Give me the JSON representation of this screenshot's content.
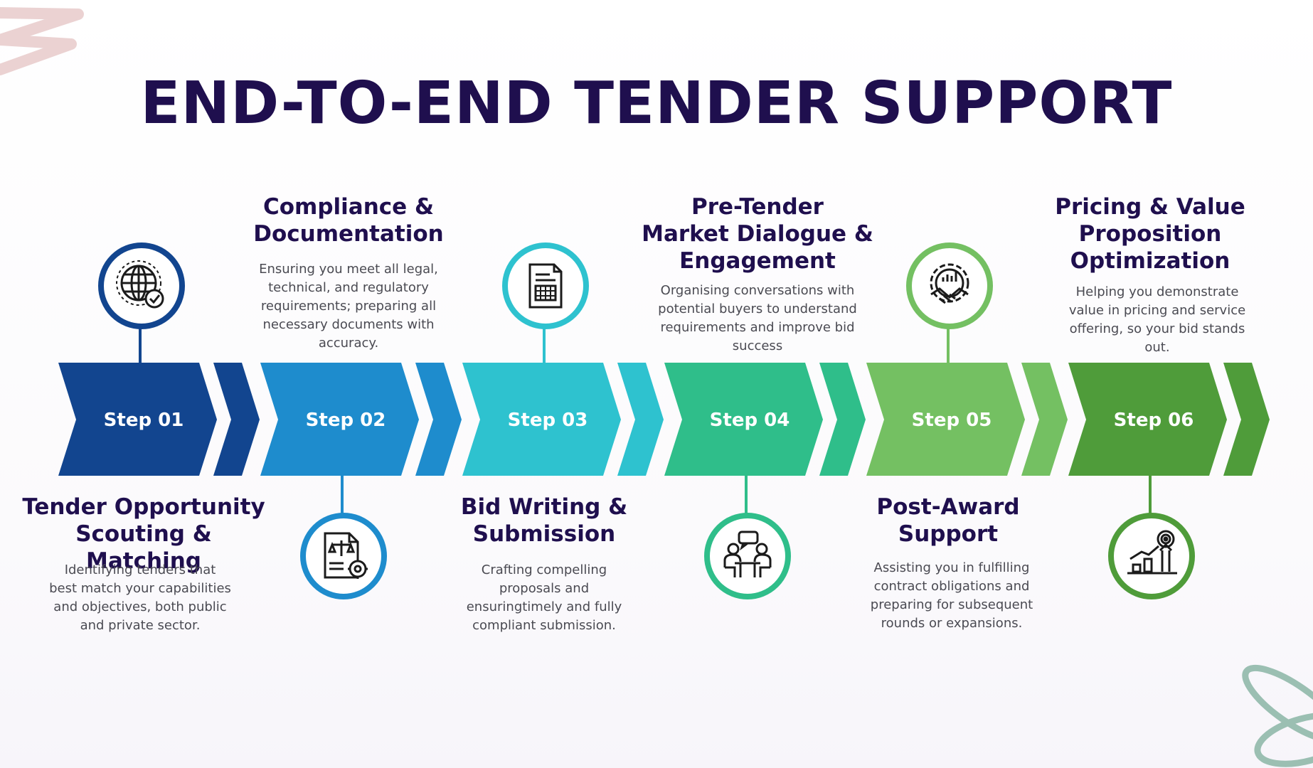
{
  "title": "END-TO-END TENDER SUPPORT",
  "colors": {
    "title": "#1f0f4e",
    "step1": "#12458f",
    "step2": "#1e8ccd",
    "step3": "#2ec2cf",
    "step4": "#2fbe8a",
    "step5": "#74c062",
    "step6": "#4f9c3a",
    "deco_pink": "#e8caca",
    "deco_teal": "#9bbfb2"
  },
  "steps": [
    {
      "label": "Step 01",
      "icon": "globe-check-icon",
      "heading_lines": [
        "Tender Opportunity",
        "Scouting & Matching"
      ],
      "desc_lines": [
        "Identifying tenders that",
        "best match your capabilities",
        "and objectives, both public",
        "and private sector."
      ]
    },
    {
      "label": "Step 02",
      "icon": "compliance-document-icon",
      "heading_lines": [
        "Compliance &",
        "Documentation"
      ],
      "desc_lines": [
        "Ensuring you meet all legal,",
        "technical, and regulatory",
        "requirements; preparing all",
        "necessary documents with",
        "accuracy."
      ]
    },
    {
      "label": "Step 03",
      "icon": "document-table-icon",
      "heading_lines": [
        "Bid Writing &",
        "Submission"
      ],
      "desc_lines": [
        "Crafting compelling",
        "proposals and",
        "ensuringtimely and fully",
        "compliant submission."
      ]
    },
    {
      "label": "Step 04",
      "icon": "meeting-dialogue-icon",
      "heading_lines": [
        "Pre-Tender",
        "Market Dialogue &",
        "Engagement"
      ],
      "desc_lines": [
        "Organising conversations with",
        "potential buyers to understand",
        "requirements and improve bid",
        "success"
      ]
    },
    {
      "label": "Step 05",
      "icon": "handshake-gear-icon",
      "heading_lines": [
        "Post-Award",
        "Support"
      ],
      "desc_lines": [
        "Assisting you in fulfilling",
        "contract obligations and",
        "preparing for subsequent",
        "rounds or expansions."
      ]
    },
    {
      "label": "Step 06",
      "icon": "growth-target-icon",
      "heading_lines": [
        "Pricing & Value",
        "Proposition",
        "Optimization"
      ],
      "desc_lines": [
        "Helping you demonstrate",
        "value in pricing and service",
        "offering, so your bid stands",
        "out."
      ]
    }
  ]
}
